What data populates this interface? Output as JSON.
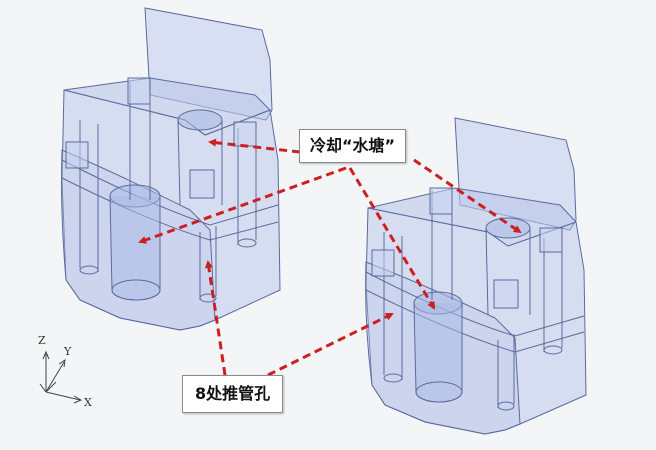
{
  "callouts": {
    "cooling_label": "冷却“水塘”",
    "ejector_label": "8处推管孔"
  },
  "triad": {
    "x_label": "X",
    "y_label": "Y",
    "z_label": "Z"
  },
  "colors": {
    "background": "#f4f5f7",
    "part_fill": "#b9c6ea",
    "part_edge": "#5a6a9e",
    "arrow": "#cc1f1f"
  },
  "icons": {
    "triad": "coordinate-triad-icon"
  }
}
